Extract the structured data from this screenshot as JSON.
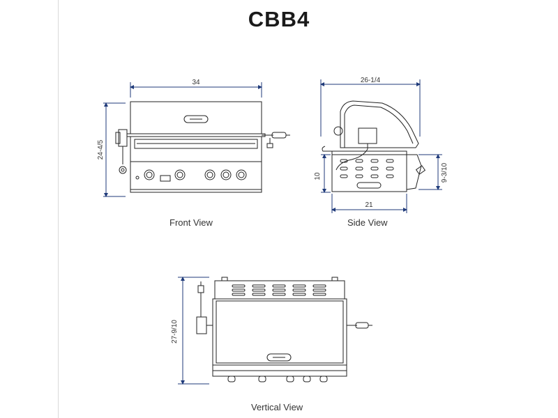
{
  "title": "CBB4",
  "views": {
    "front": {
      "caption": "Front View",
      "width_dim": "34",
      "height_dim": "24-4/5"
    },
    "side": {
      "caption": "Side View",
      "depth_dim": "26-1/4",
      "cart_height_dim": "10",
      "bottom_dim": "21",
      "front_height_dim": "9-3/10"
    },
    "vertical": {
      "caption": "Vertical View",
      "depth_dim": "27-9/10"
    }
  },
  "colors": {
    "line": "#222222",
    "dimension": "#1f3a7a",
    "margin": "#d9d9d9"
  }
}
